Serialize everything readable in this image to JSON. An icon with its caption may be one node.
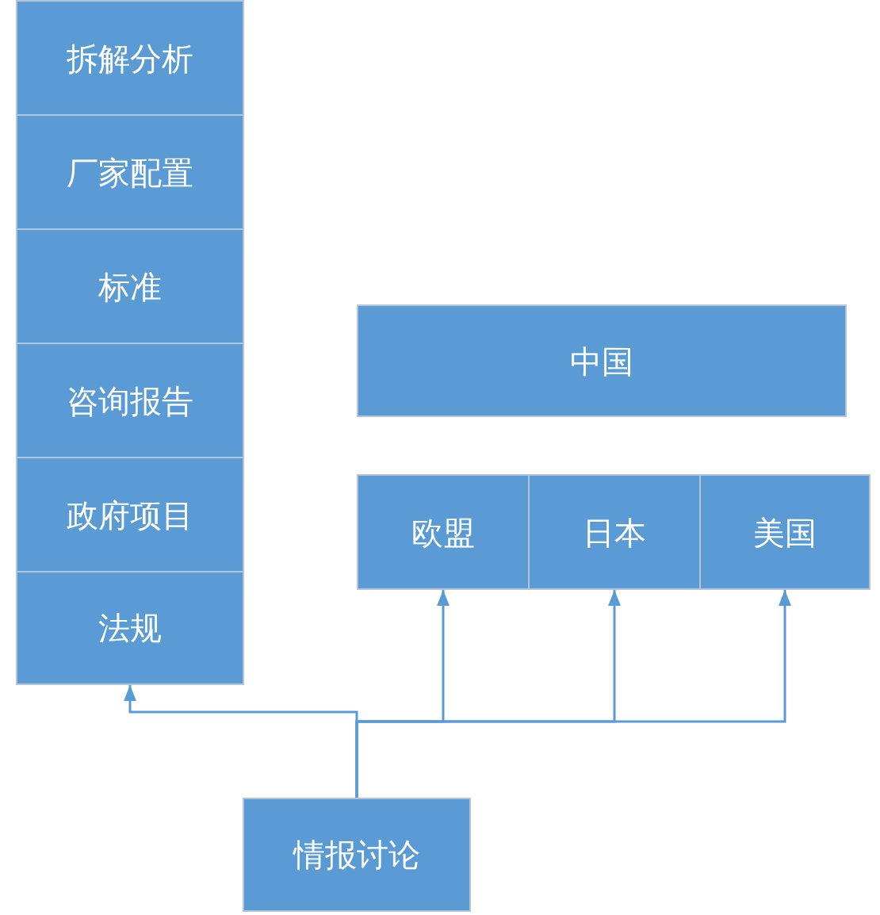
{
  "diagram": {
    "nodes": [
      {
        "text": [
          "拆解分析"
        ]
      },
      {
        "text": [
          "厂家配置"
        ]
      },
      {
        "text": [
          "标准"
        ]
      },
      {
        "text": [
          "咨询报告"
        ]
      },
      {
        "text": [
          "政府项目"
        ]
      },
      {
        "text": [
          "法规"
        ]
      },
      {
        "text": [
          "中国"
        ]
      },
      {
        "text": [
          "欧盟"
        ]
      },
      {
        "text": [
          "日本"
        ]
      },
      {
        "text": [
          "美国"
        ]
      },
      {
        "text": [
          "情报讨论"
        ]
      }
    ],
    "edges": [
      {
        "from": 10,
        "to": 5,
        "arrow": "to"
      },
      {
        "from": 10,
        "to": 7,
        "arrow": "to"
      },
      {
        "from": 10,
        "to": 8,
        "arrow": "to"
      },
      {
        "from": 10,
        "to": 9,
        "arrow": "to"
      }
    ]
  }
}
